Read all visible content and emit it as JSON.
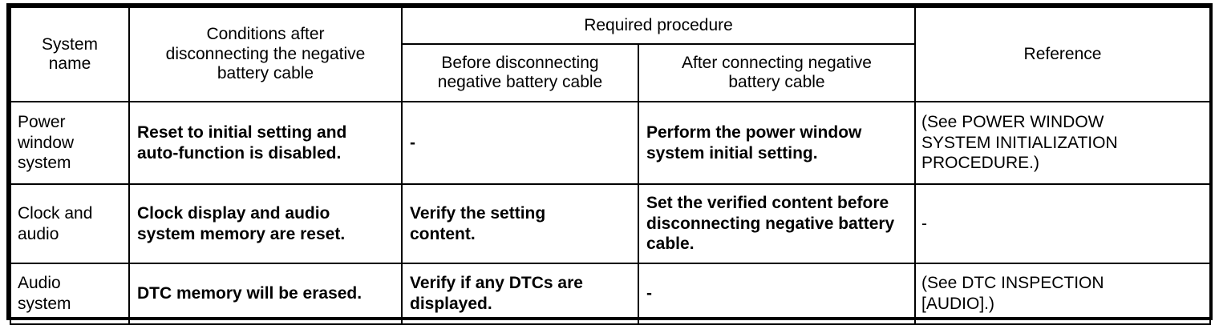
{
  "table": {
    "headers": {
      "system_name": "System\nname",
      "conditions": "Conditions after\ndisconnecting the negative\nbattery cable",
      "required_procedure": "Required procedure",
      "before_disconnecting": "Before disconnecting\nnegative battery cable",
      "after_connecting": "After connecting negative\nbattery cable",
      "reference": "Reference"
    },
    "rows": [
      {
        "system_name": "Power\nwindow\nsystem",
        "conditions": "Reset to initial setting and\nauto-function is disabled.",
        "before_disconnecting": "-",
        "after_connecting": "Perform the power window\nsystem initial setting.",
        "reference": "(See POWER WINDOW\nSYSTEM INITIALIZATION\nPROCEDURE.)"
      },
      {
        "system_name": "Clock and\naudio",
        "conditions": "Clock display and audio\nsystem memory are reset.",
        "before_disconnecting": "Verify the setting\ncontent.",
        "after_connecting": "Set the verified content before\ndisconnecting negative battery\ncable.",
        "reference": "-"
      },
      {
        "system_name": "Audio\nsystem",
        "conditions": "DTC memory will be erased.",
        "before_disconnecting": "Verify if any DTCs are\ndisplayed.",
        "after_connecting": "-",
        "reference": "(See DTC INSPECTION\n[AUDIO].)"
      }
    ]
  },
  "colors": {
    "border": "#000000",
    "text": "#000000",
    "background": "#ffffff"
  }
}
